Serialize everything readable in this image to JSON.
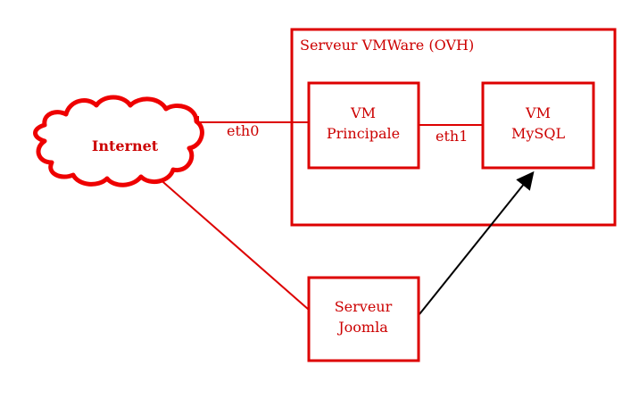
{
  "colors": {
    "primary": "#dd0000",
    "text": "#cc0000",
    "arrow": "#000000",
    "background": "#ffffff"
  },
  "server": {
    "title": "Serveur VMWare (OVH)"
  },
  "internet": {
    "label": "Internet",
    "icon": "cloud-icon"
  },
  "vm_principale": {
    "line1": "VM",
    "line2": "Principale"
  },
  "vm_mysql": {
    "line1": "VM",
    "line2": "MySQL"
  },
  "joomla": {
    "line1": "Serveur",
    "line2": "Joomla"
  },
  "links": {
    "eth0": "eth0",
    "eth1": "eth1"
  }
}
